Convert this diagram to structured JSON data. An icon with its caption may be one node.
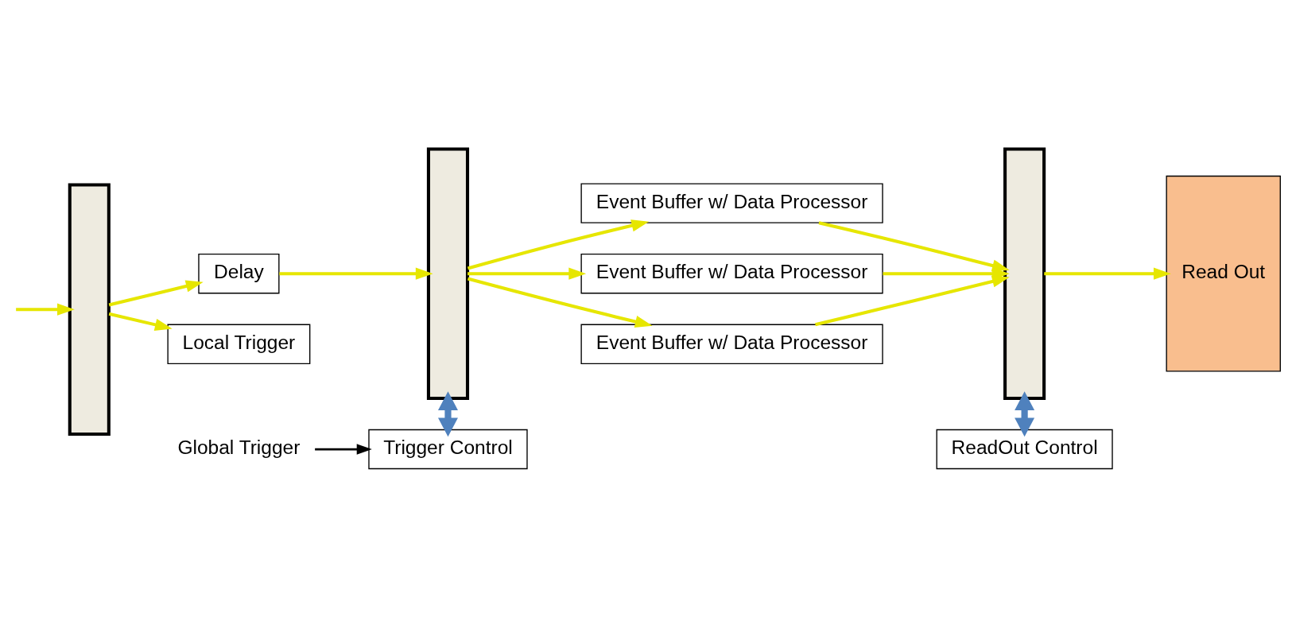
{
  "diagram": {
    "nodes": [
      {
        "text": [],
        "shape": "bar"
      },
      {
        "text": [
          "Delay"
        ]
      },
      {
        "text": [
          "Local Trigger"
        ]
      },
      {
        "text": [],
        "shape": "bar"
      },
      {
        "text": [
          "Event Buffer w/ Data Processor"
        ]
      },
      {
        "text": [
          "Event Buffer w/ Data Processor"
        ]
      },
      {
        "text": [
          "Event Buffer w/ Data Processor"
        ]
      },
      {
        "text": [],
        "shape": "bar"
      },
      {
        "text": [
          "Read Out"
        ]
      },
      {
        "text": [
          "Trigger Control"
        ]
      },
      {
        "text": [
          "ReadOut Control"
        ]
      },
      {
        "text": [
          "Global Trigger"
        ]
      }
    ],
    "edges": [
      {
        "from": null,
        "to": 0,
        "arrow": "to"
      },
      {
        "from": 0,
        "to": 1,
        "arrow": "to"
      },
      {
        "from": 0,
        "to": 2,
        "arrow": "to"
      },
      {
        "from": 1,
        "to": 3,
        "arrow": "to"
      },
      {
        "from": 3,
        "to": 4,
        "arrow": "to"
      },
      {
        "from": 3,
        "to": 5,
        "arrow": "to"
      },
      {
        "from": 3,
        "to": 6,
        "arrow": "to"
      },
      {
        "from": 4,
        "to": 7,
        "arrow": "to"
      },
      {
        "from": 5,
        "to": 7,
        "arrow": "to"
      },
      {
        "from": 6,
        "to": 7,
        "arrow": "to"
      },
      {
        "from": 7,
        "to": 8,
        "arrow": "to"
      },
      {
        "from": 3,
        "to": 9,
        "arrow": "both",
        "style": "thick",
        "color": "#4f81bd"
      },
      {
        "from": 7,
        "to": 10,
        "arrow": "both",
        "style": "thick",
        "color": "#4f81bd"
      },
      {
        "from": 11,
        "to": 9,
        "arrow": "to",
        "color": "#000000"
      }
    ]
  }
}
